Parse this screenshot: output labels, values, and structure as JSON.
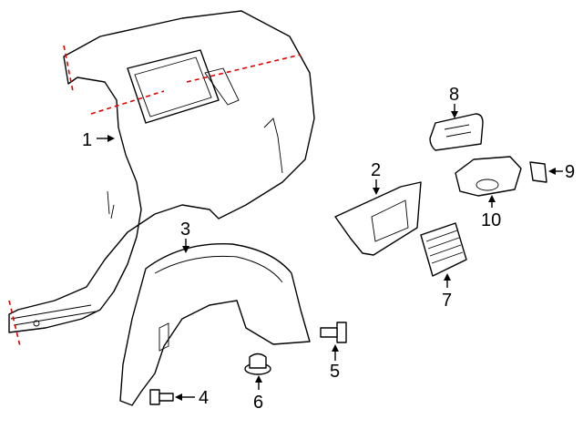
{
  "diagram": {
    "title": "Quarter panel & components exploded parts diagram",
    "callouts": [
      {
        "id": "1",
        "part": "quarter-panel"
      },
      {
        "id": "2",
        "part": "fuel-door-housing-bracket"
      },
      {
        "id": "3",
        "part": "wheel-house-liner"
      },
      {
        "id": "4",
        "part": "liner-push-pin"
      },
      {
        "id": "5",
        "part": "liner-push-pin"
      },
      {
        "id": "6",
        "part": "retainer-nut"
      },
      {
        "id": "7",
        "part": "vent-grille"
      },
      {
        "id": "8",
        "part": "fuel-door"
      },
      {
        "id": "9",
        "part": "clip"
      },
      {
        "id": "10",
        "part": "fuel-filler-housing"
      }
    ],
    "colors": {
      "line": "#000000",
      "cut_line": "#e00000"
    }
  }
}
